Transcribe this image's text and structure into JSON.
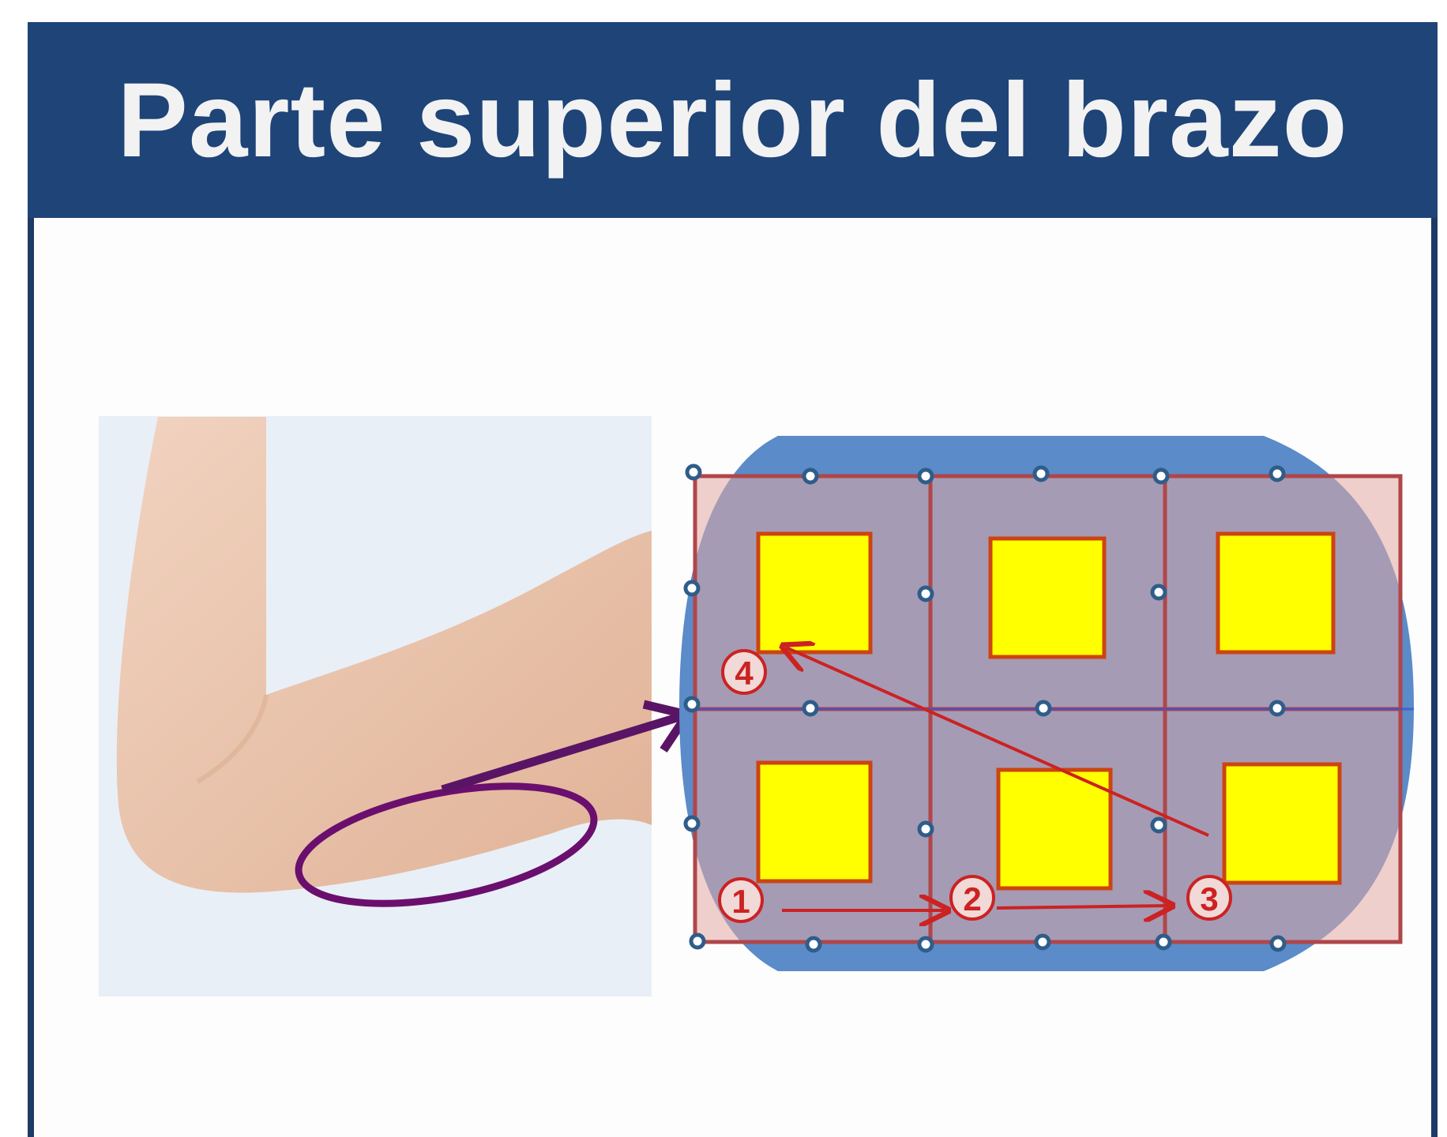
{
  "title": "Parte superior del brazo",
  "colors": {
    "title_bar": "#1e4478",
    "frame": "#1e3a66",
    "arm_panel_bg": "#e9eff6",
    "skin": "#eac2a9",
    "target_ellipse": "#6a0f6e",
    "big_arrow": "#5a1465",
    "blue_circle": "#5b8bc8",
    "grid_fill": "#e3a9a4",
    "grid_lines": "#b0464a",
    "electrode_fill": "#ffff00",
    "electrode_border": "#cc4411",
    "step_marker": "#cc2222",
    "handle": "#2f5d8a"
  },
  "icons": {
    "arm": "arm-illustration",
    "handles": "resize-handle-icon"
  },
  "steps": [
    {
      "label": "1"
    },
    {
      "label": "2"
    },
    {
      "label": "3"
    },
    {
      "label": "4"
    }
  ]
}
